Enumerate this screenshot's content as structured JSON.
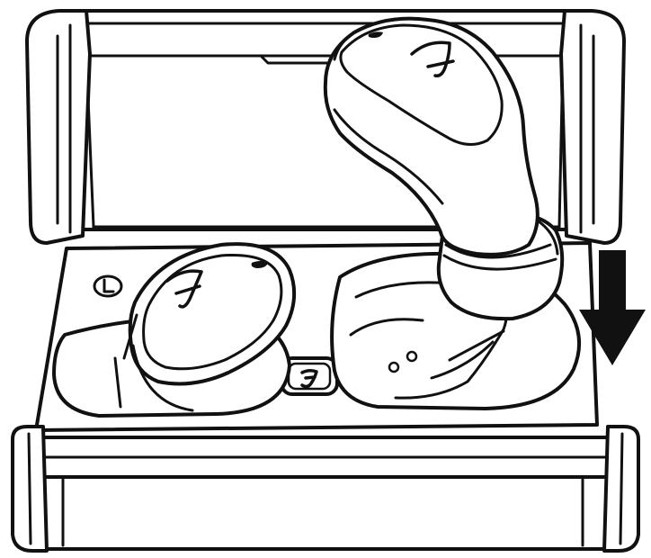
{
  "figure": {
    "subject": "wireless-earbuds-charging-case",
    "action": "insert-earbud-into-case",
    "arrow_direction": "down",
    "arrow_icon": "down-arrow-icon",
    "logo_icon": "fender-f-logo-icon",
    "left_marker_icon": "l-side-marker-icon",
    "line_color": "#111111",
    "background_color": "#ffffff"
  }
}
